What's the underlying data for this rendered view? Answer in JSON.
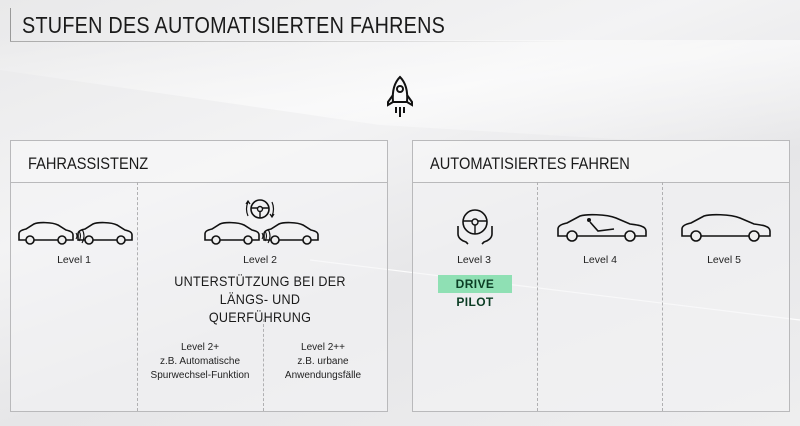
{
  "title": "STUFEN DES AUTOMATISIERTEN FAHRENS",
  "panels": {
    "assist": {
      "title": "FAHRASSISTENZ"
    },
    "auto": {
      "title": "AUTOMATISIERTES FAHREN"
    }
  },
  "levels": {
    "l1": "Level 1",
    "l2": "Level 2",
    "l3": "Level 3",
    "l4": "Level 4",
    "l5": "Level 5"
  },
  "level2_description": [
    "UNTERSTÜTZUNG BEI DER",
    "LÄNGS- UND QUERFÜHRUNG"
  ],
  "level2_plus": [
    "Level 2+",
    "z.B. Automatische",
    "Spurwechsel-Funktion"
  ],
  "level2_plusplus": [
    "Level 2++",
    "z.B. urbane",
    "Anwendungsfälle"
  ],
  "badge": "DRIVE PILOT",
  "colors": {
    "badge_bg": "#8fe0b4",
    "line": "#b9b9bb"
  },
  "icons": [
    "rocket-icon",
    "car-icon",
    "steering-wheel-icon",
    "hands-on-wheel-icon",
    "reclined-seat-car-icon"
  ]
}
